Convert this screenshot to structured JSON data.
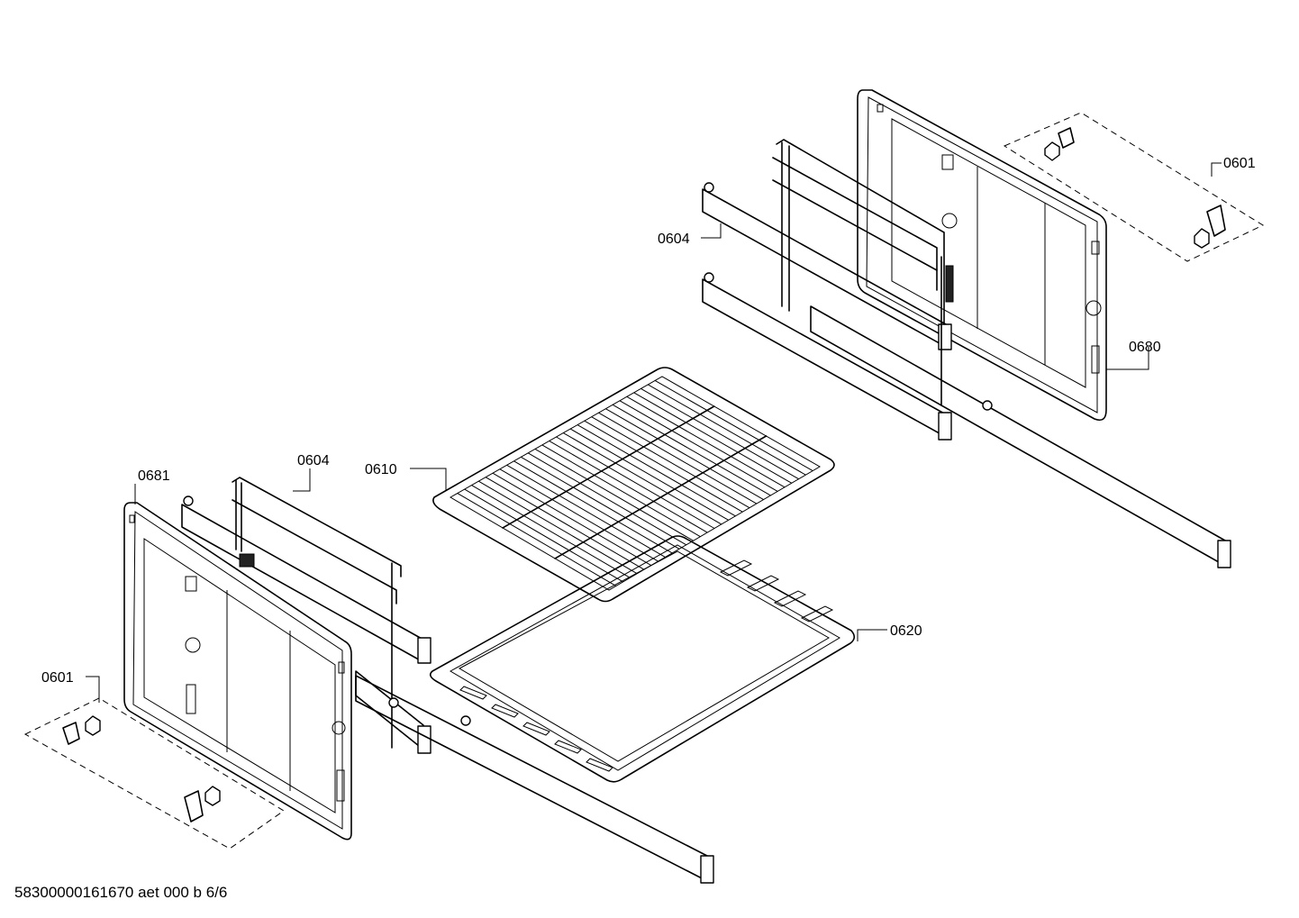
{
  "callouts": {
    "c0601_top": "0601",
    "c0604_top": "0604",
    "c0680": "0680",
    "c0681": "0681",
    "c0604_bottom": "0604",
    "c0610": "0610",
    "c0620": "0620",
    "c0601_bottom": "0601"
  },
  "footer": {
    "code": "58300000161670 aet 000 b 6/6"
  }
}
